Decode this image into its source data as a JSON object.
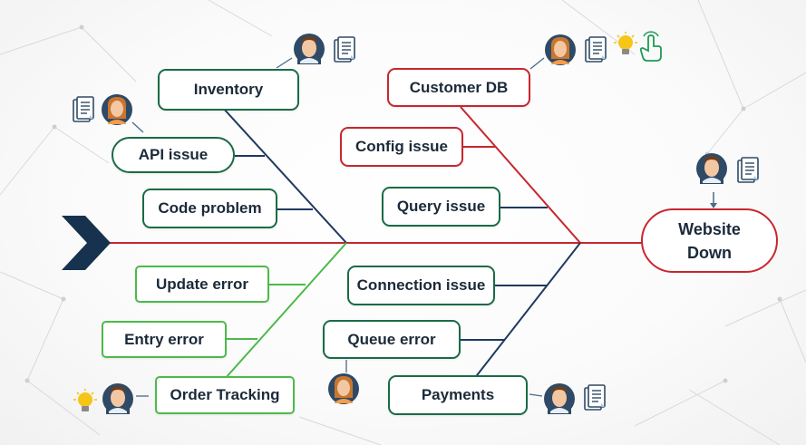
{
  "diagram": {
    "head": {
      "line1": "Website",
      "line2": "Down"
    },
    "causes": {
      "inventory": "Inventory",
      "api_issue": "API issue",
      "code_problem": "Code problem",
      "customer_db": "Customer DB",
      "config_issue": "Config issue",
      "query_issue": "Query issue",
      "update_error": "Update error",
      "entry_error": "Entry error",
      "order_tracking": "Order Tracking",
      "connection_issue": "Connection issue",
      "queue_error": "Queue error",
      "payments": "Payments"
    },
    "colors": {
      "spine": "#c8262e",
      "navy_bone": "#1f3a5f",
      "red_bone": "#c8262e",
      "light_green_bone": "#4cba4a",
      "dark_green_border": "#1a6b46",
      "arrow_chevron": "#16324f"
    },
    "icons": [
      "person-avatar-icon",
      "document-icon",
      "lightbulb-icon",
      "pointer-hand-icon"
    ]
  }
}
